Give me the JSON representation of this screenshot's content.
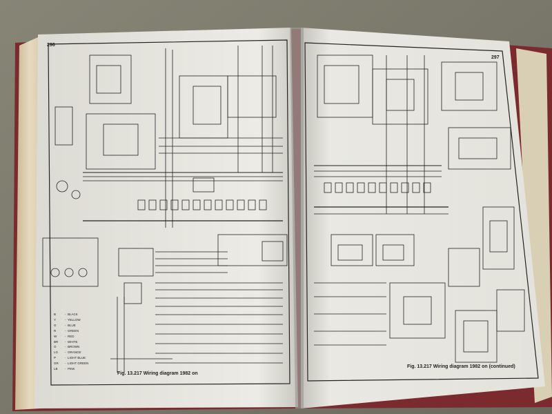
{
  "left_page": {
    "page_number": "296",
    "caption": "Fig. 13.217 Wiring diagram 1982 on",
    "colour_legend": [
      "B",
      "Y",
      "G",
      "R",
      "W",
      "BR",
      "O",
      "LG",
      "P",
      "GR",
      "LB"
    ],
    "colour_legend_names": [
      "BLACK",
      "YELLOW",
      "BLUE",
      "GREEN",
      "RED",
      "WHITE",
      "BROWN",
      "ORANGE",
      "LIGHT BLUE",
      "LIGHT GREEN",
      "PINK"
    ]
  },
  "right_page": {
    "page_number": "297",
    "caption": "Fig. 13.217 Wiring diagram 1982 on (continued)"
  },
  "colors": {
    "background": "#7a7768",
    "cover": "#7b2a2e",
    "paper": "#ecebe4",
    "ink": "#222222"
  }
}
